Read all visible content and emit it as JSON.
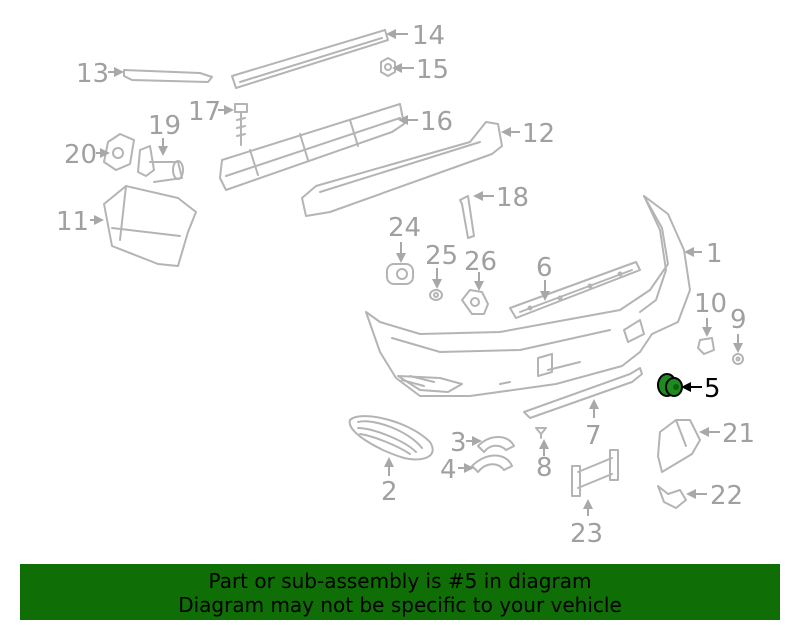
{
  "diagram": {
    "highlight_color": "#1f8a1f",
    "callouts": [
      {
        "id": "1",
        "label": "1"
      },
      {
        "id": "2",
        "label": "2"
      },
      {
        "id": "3",
        "label": "3"
      },
      {
        "id": "4",
        "label": "4"
      },
      {
        "id": "5",
        "label": "5"
      },
      {
        "id": "6",
        "label": "6"
      },
      {
        "id": "7",
        "label": "7"
      },
      {
        "id": "8",
        "label": "8"
      },
      {
        "id": "9",
        "label": "9"
      },
      {
        "id": "10",
        "label": "10"
      },
      {
        "id": "11",
        "label": "11"
      },
      {
        "id": "12",
        "label": "12"
      },
      {
        "id": "13",
        "label": "13"
      },
      {
        "id": "14",
        "label": "14"
      },
      {
        "id": "15",
        "label": "15"
      },
      {
        "id": "16",
        "label": "16"
      },
      {
        "id": "17",
        "label": "17"
      },
      {
        "id": "18",
        "label": "18"
      },
      {
        "id": "19",
        "label": "19"
      },
      {
        "id": "20",
        "label": "20"
      },
      {
        "id": "21",
        "label": "21"
      },
      {
        "id": "22",
        "label": "22"
      },
      {
        "id": "23",
        "label": "23"
      },
      {
        "id": "24",
        "label": "24"
      },
      {
        "id": "25",
        "label": "25"
      },
      {
        "id": "26",
        "label": "26"
      }
    ]
  },
  "banner": {
    "background_color": "#0f6e06",
    "line1": "Part or sub-assembly is #5 in diagram",
    "line2": "Diagram may not be specific to your vehicle"
  }
}
